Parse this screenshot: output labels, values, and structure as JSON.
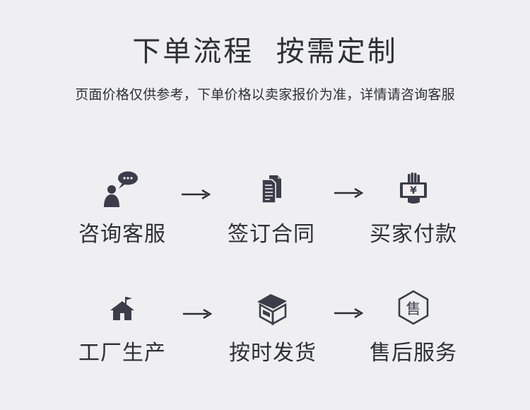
{
  "header": {
    "title": "下单流程  按需定制",
    "subtitle": "页面价格仅供参考，下单价格以卖家报价为准，详情请咨询客服"
  },
  "steps": [
    {
      "label": "咨询客服",
      "icon": "consult-icon"
    },
    {
      "label": "签订合同",
      "icon": "contract-icon"
    },
    {
      "label": "买家付款",
      "icon": "payment-icon"
    },
    {
      "label": "工厂生产",
      "icon": "factory-icon"
    },
    {
      "label": "按时发货",
      "icon": "box-icon"
    },
    {
      "label": "售后服务",
      "icon": "after-sales-icon"
    }
  ],
  "icon_glyphs": {
    "payment": "¥",
    "after_sales": "售"
  },
  "colors": {
    "background": "#efeff1",
    "text": "#2e2f36",
    "icon": "#3b3d4a"
  }
}
